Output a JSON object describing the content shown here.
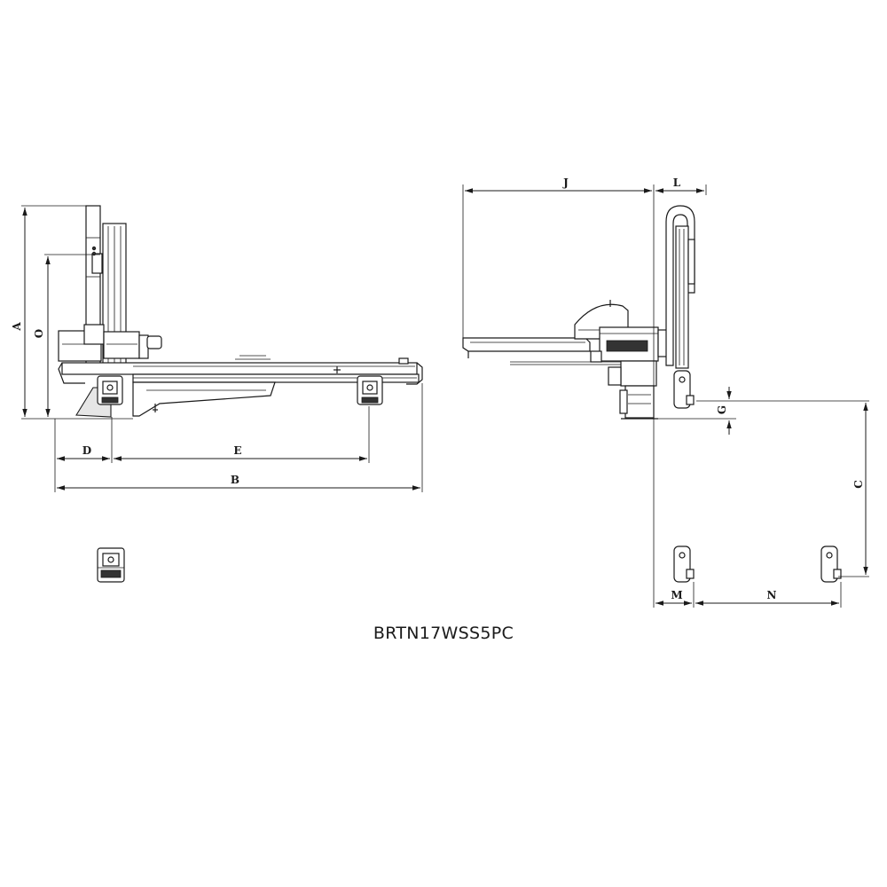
{
  "model": "BRTN17WSS5PC",
  "dimensions": {
    "A": "A",
    "O": "O",
    "D": "D",
    "E": "E",
    "B": "B",
    "J": "J",
    "L": "L",
    "G": "G",
    "C": "C",
    "M": "M",
    "N": "N"
  }
}
